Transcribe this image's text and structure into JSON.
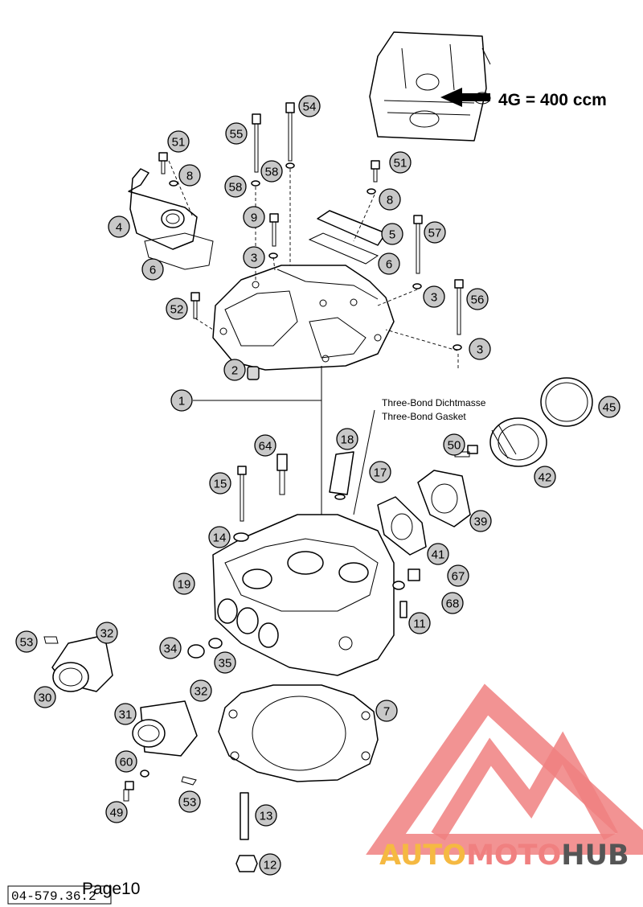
{
  "model_note": "4G = 400 ccm",
  "sealant_note": {
    "line1": "Three-Bond Dichtmasse",
    "line2": "Three-Bond Gasket"
  },
  "page_label": "Page10",
  "document_number": "04-579.36.2",
  "watermark": {
    "part1": "AUTO",
    "part2": "MOTO",
    "part3": "HUB"
  },
  "colors": {
    "callout_fill": "#c8c8c8",
    "watermark_red": "#f08080",
    "watermark_orange": "#f5b942",
    "watermark_gray": "#555555"
  },
  "callouts": [
    {
      "id": "51a",
      "label": "51"
    },
    {
      "id": "8a",
      "label": "8"
    },
    {
      "id": "4",
      "label": "4"
    },
    {
      "id": "6a",
      "label": "6"
    },
    {
      "id": "55",
      "label": "55"
    },
    {
      "id": "54",
      "label": "54"
    },
    {
      "id": "58a",
      "label": "58"
    },
    {
      "id": "58b",
      "label": "58"
    },
    {
      "id": "9",
      "label": "9"
    },
    {
      "id": "3a",
      "label": "3"
    },
    {
      "id": "51b",
      "label": "51"
    },
    {
      "id": "8b",
      "label": "8"
    },
    {
      "id": "5",
      "label": "5"
    },
    {
      "id": "57",
      "label": "57"
    },
    {
      "id": "6b",
      "label": "6"
    },
    {
      "id": "3b",
      "label": "3"
    },
    {
      "id": "56",
      "label": "56"
    },
    {
      "id": "3c",
      "label": "3"
    },
    {
      "id": "52",
      "label": "52"
    },
    {
      "id": "2",
      "label": "2"
    },
    {
      "id": "1",
      "label": "1"
    },
    {
      "id": "45",
      "label": "45"
    },
    {
      "id": "18",
      "label": "18"
    },
    {
      "id": "17",
      "label": "17"
    },
    {
      "id": "50",
      "label": "50"
    },
    {
      "id": "42",
      "label": "42"
    },
    {
      "id": "64",
      "label": "64"
    },
    {
      "id": "15",
      "label": "15"
    },
    {
      "id": "39",
      "label": "39"
    },
    {
      "id": "14",
      "label": "14"
    },
    {
      "id": "41",
      "label": "41"
    },
    {
      "id": "19",
      "label": "19"
    },
    {
      "id": "67",
      "label": "67"
    },
    {
      "id": "68",
      "label": "68"
    },
    {
      "id": "11",
      "label": "11"
    },
    {
      "id": "53a",
      "label": "53"
    },
    {
      "id": "32a",
      "label": "32"
    },
    {
      "id": "34",
      "label": "34"
    },
    {
      "id": "35",
      "label": "35"
    },
    {
      "id": "30",
      "label": "30"
    },
    {
      "id": "32b",
      "label": "32"
    },
    {
      "id": "31",
      "label": "31"
    },
    {
      "id": "7",
      "label": "7"
    },
    {
      "id": "60",
      "label": "60"
    },
    {
      "id": "53b",
      "label": "53"
    },
    {
      "id": "49",
      "label": "49"
    },
    {
      "id": "13",
      "label": "13"
    },
    {
      "id": "12",
      "label": "12"
    }
  ]
}
